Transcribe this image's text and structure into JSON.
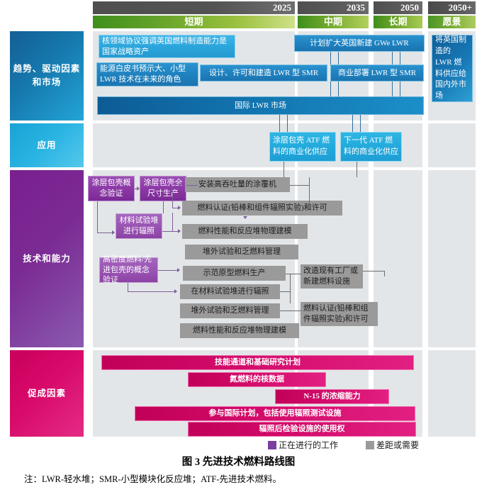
{
  "figure": {
    "caption": "图 3  先进技术燃料路线图",
    "note": "注：LWR-轻水堆；SMR-小型模块化反应堆；ATF-先进技术燃料。"
  },
  "timeline": {
    "columns": [
      {
        "year": "2025",
        "phase": "短期"
      },
      {
        "year": "2035",
        "phase": "中期"
      },
      {
        "year": "2050",
        "phase": "长期"
      },
      {
        "year": "2050+",
        "phase": "愿景"
      }
    ]
  },
  "categories": [
    {
      "id": "trends",
      "label": "趋势、驱动因素和市场"
    },
    {
      "id": "apps",
      "label": "应用"
    },
    {
      "id": "tech",
      "label": "技术和能力"
    },
    {
      "id": "enablers",
      "label": "促成因素"
    }
  ],
  "rows": {
    "trends": {
      "items": [
        {
          "id": "t1",
          "text": "核领域协议强调英国燃料制造能力是国家战略资产",
          "style": "blue-l"
        },
        {
          "id": "t2",
          "text": "能源白皮书预示大、小型 LWR 技术在未来的角色",
          "style": "blue-m"
        },
        {
          "id": "t3",
          "text": "设计、许可和建造 LWR 型 SMR",
          "style": "blue-m"
        },
        {
          "id": "t4",
          "text": "计划扩大英国新建 GWe LWR",
          "style": "blue-m"
        },
        {
          "id": "t5",
          "text": "商业部署 LWR 型 SMR",
          "style": "blue-m"
        },
        {
          "id": "t6",
          "text": "国际 LWR 市场",
          "style": "blue-d"
        },
        {
          "id": "t7",
          "text": "将英国制造的 LWR 燃料供应给国内外市场",
          "style": "blue-side"
        }
      ]
    },
    "apps": {
      "items": [
        {
          "id": "a1",
          "text": "涂层包壳 ATF 燃料的商业化供应",
          "style": "cyan"
        },
        {
          "id": "a2",
          "text": "下一代 ATF 燃料的商业化供应",
          "style": "cyan"
        }
      ]
    },
    "tech": {
      "items": [
        {
          "id": "p1",
          "text": "涂层包壳概念验证",
          "style": "purple"
        },
        {
          "id": "p2",
          "text": "涂层包壳全尺寸生产",
          "style": "purple"
        },
        {
          "id": "p3",
          "text": "材料试验堆进行辐照",
          "style": "purple-soft"
        },
        {
          "id": "p4",
          "text": "高密度燃料/先进包壳的概念验证",
          "style": "purple-soft"
        },
        {
          "id": "g1",
          "text": "安装高吞吐量的涂覆机",
          "style": "gray"
        },
        {
          "id": "g2",
          "text": "燃料认证(铅棒和组件辐照实验)和许可",
          "style": "gray"
        },
        {
          "id": "g3",
          "text": "燃料性能和反应堆物理建模",
          "style": "gray"
        },
        {
          "id": "g4",
          "text": "堆外试验和乏燃料管理",
          "style": "gray"
        },
        {
          "id": "g5",
          "text": "示范原型燃料生产",
          "style": "gray"
        },
        {
          "id": "g6",
          "text": "在材料试验堆进行辐照",
          "style": "gray"
        },
        {
          "id": "g7",
          "text": "堆外试验和乏燃料管理",
          "style": "gray"
        },
        {
          "id": "g8",
          "text": "燃料性能和反应堆物理建模",
          "style": "gray"
        },
        {
          "id": "g9",
          "text": "改造现有工厂或新建燃料设施",
          "style": "gray"
        },
        {
          "id": "g10",
          "text": "燃料认证(铅棒和组件辐照实验)和许可",
          "style": "gray"
        }
      ]
    },
    "enablers": {
      "items": [
        {
          "id": "e1",
          "text": "技能通道和基础研究计划",
          "style": "magenta"
        },
        {
          "id": "e2",
          "text": "氮燃料的核数据",
          "style": "magenta"
        },
        {
          "id": "e3",
          "text": "N-15 的浓缩能力",
          "style": "magenta"
        },
        {
          "id": "e4",
          "text": "参与国际计划，包括使用辐照测试设施",
          "style": "magenta"
        },
        {
          "id": "e5",
          "text": "辐照后检验设施的使用权",
          "style": "magenta"
        }
      ]
    }
  },
  "legend": {
    "items": [
      {
        "id": "ongoing",
        "label": "正在进行的工作",
        "color": "#7b3fa0"
      },
      {
        "id": "gap",
        "label": "差距或需要",
        "color": "#9a9a9a"
      }
    ]
  }
}
